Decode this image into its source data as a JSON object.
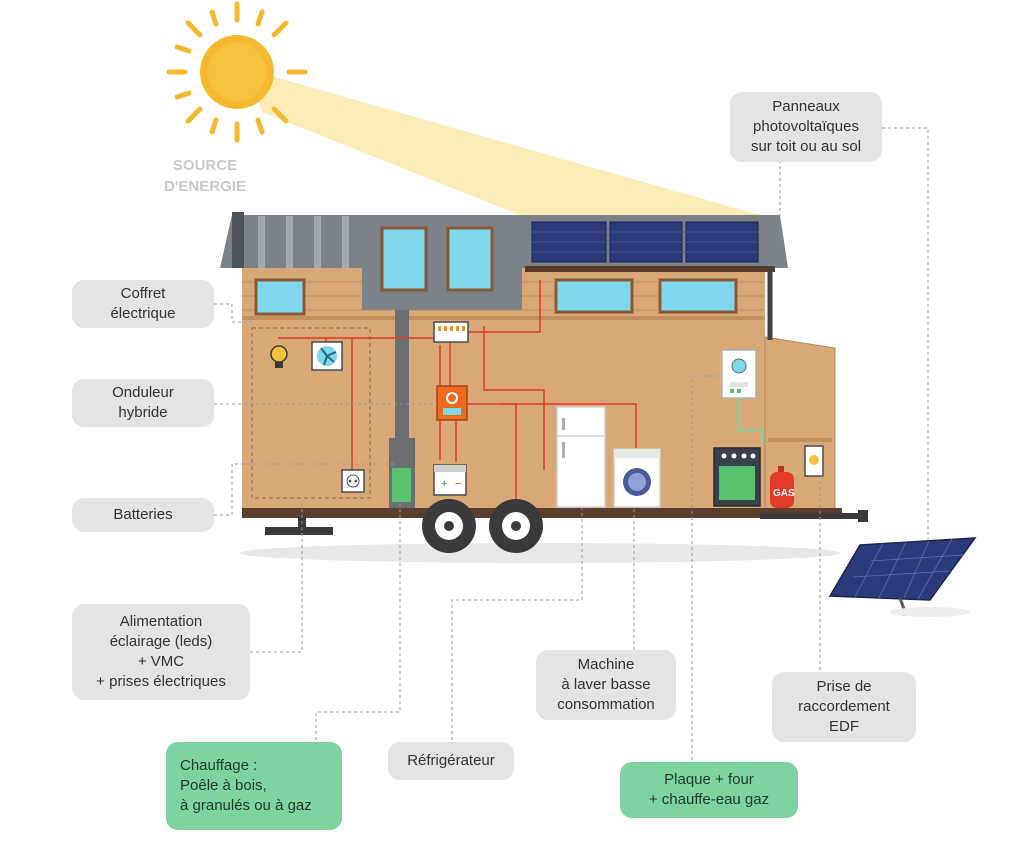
{
  "source_label": "SOURCE\nD'ENERGIE",
  "labels": {
    "panneaux": "Panneaux\nphotovoltaïques\nsur toit ou au sol",
    "coffret": "Coffret\nélectrique",
    "onduleur": "Onduleur\nhybride",
    "batteries": "Batteries",
    "alimentation": "Alimentation\néclairage (leds)\n+ VMC\n+ prises électriques",
    "machine": "Machine\nà laver basse\nconsommation",
    "prise": "Prise de\nraccordement\nEDF",
    "refrigerateur": "Réfrigérateur",
    "chauffage": "Chauffage :\nPoêle à bois,\nà granulés ou à gaz",
    "plaque": "Plaque + four\n+ chauffe-eau gaz"
  },
  "appliance_text": {
    "gas": "GAS"
  },
  "colors": {
    "sun": "#f5b82e",
    "sun_ray": "#fbe7a6",
    "house_wall": "#d9a877",
    "roof": "#7b8288",
    "panel": "#2b3a78",
    "window": "#7fd7ec",
    "wire": "#e23b2a",
    "label_grey": "#e4e4e4",
    "label_green": "#7fd3a0",
    "dash": "#9a9a9a"
  }
}
